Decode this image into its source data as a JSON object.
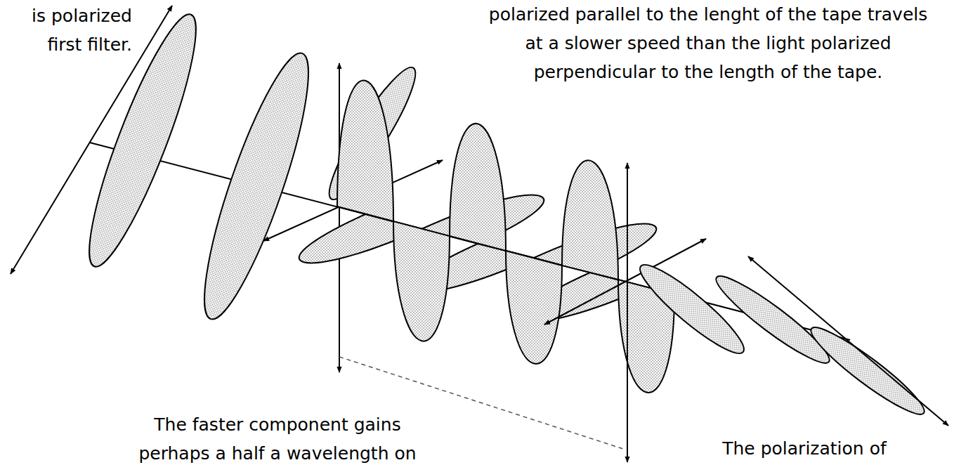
{
  "diagram": {
    "labels": [
      "is polarized first filter.",
      "polarized parallel to the lenght of the tape travels at a slower speed than the light polarized perpendicular to the length of the tape.",
      "The faster component gains perhaps a half a wavelength on",
      "The polarization of"
    ]
  }
}
